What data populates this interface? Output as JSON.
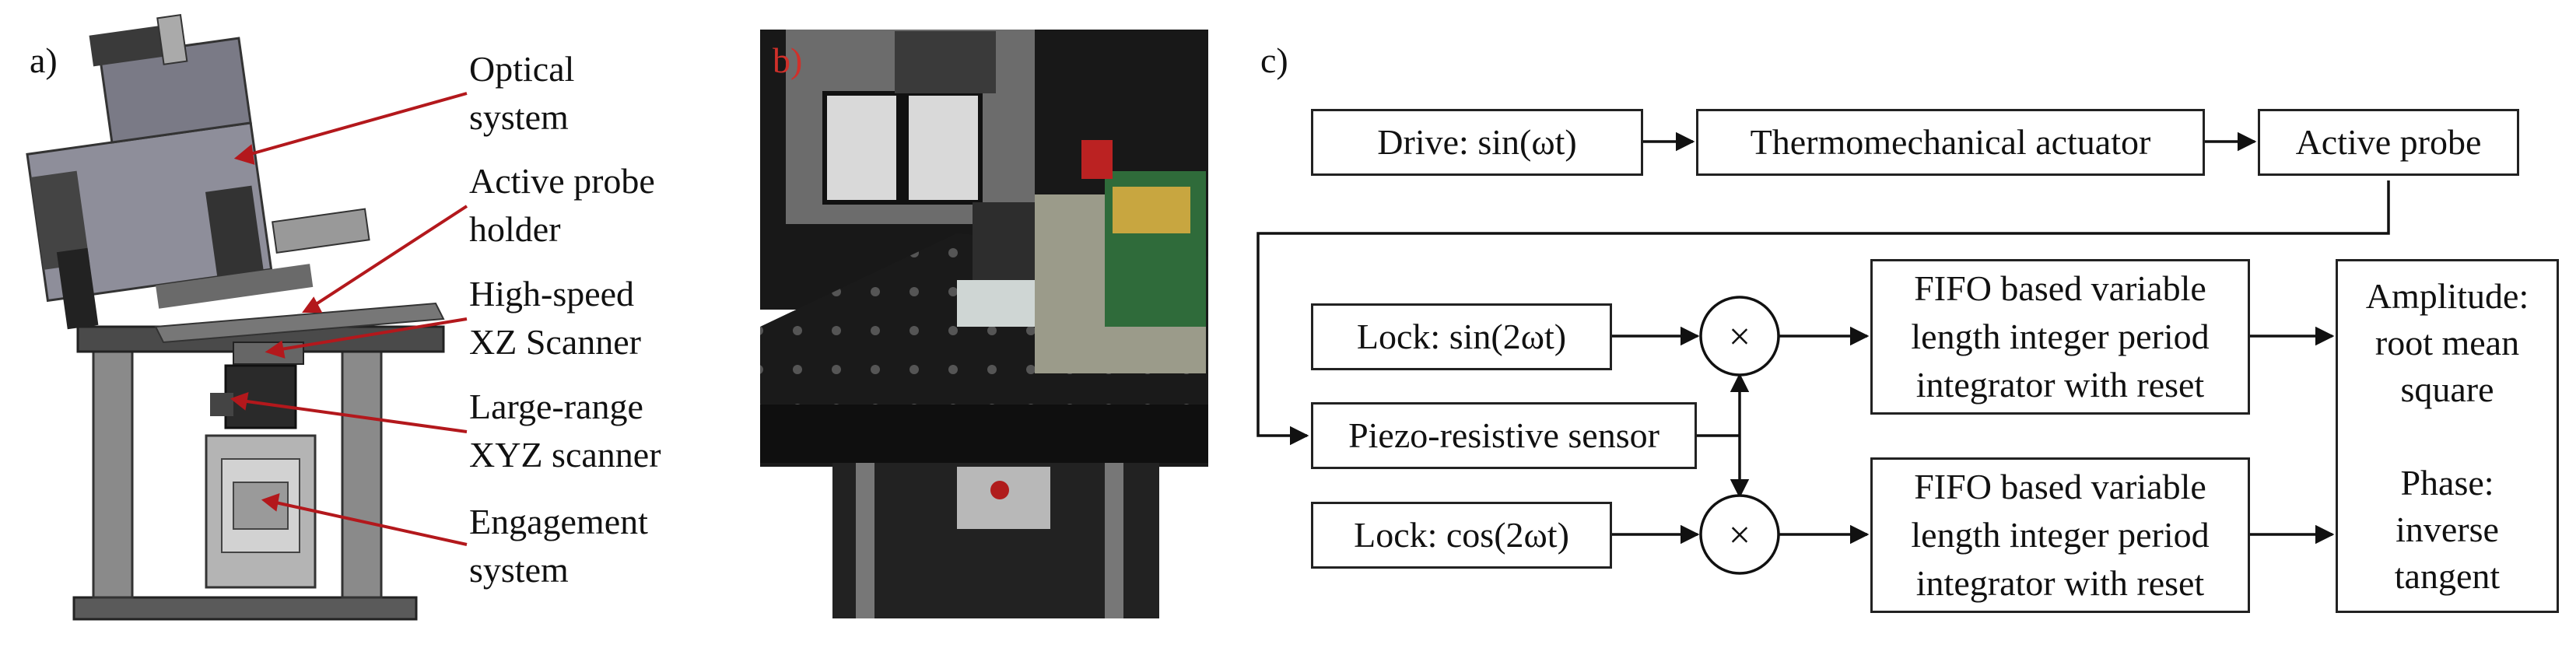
{
  "panel_a": {
    "label": "a)",
    "annotations": [
      {
        "id": "optical",
        "text": "Optical\nsystem"
      },
      {
        "id": "probe_holder",
        "text": "Active probe\nholder"
      },
      {
        "id": "hs_scanner",
        "text": "High-speed\nXZ Scanner"
      },
      {
        "id": "lr_scanner",
        "text": "Large-range\nXYZ scanner"
      },
      {
        "id": "engagement",
        "text": "Engagement\nsystem"
      }
    ],
    "arrow_color": "#b3181c"
  },
  "panel_b": {
    "label": "b)",
    "label_color": "#d0302a"
  },
  "panel_c": {
    "label": "c)",
    "blocks": {
      "drive": "Drive: sin(ωt)",
      "actuator": "Thermomechanical actuator",
      "probe": "Active probe",
      "lock_sin": "Lock: sin(2ωt)",
      "sensor": "Piezo-resistive sensor",
      "lock_cos": "Lock: cos(2ωt)",
      "mult_symbol": "×",
      "fifo_top": "FIFO based variable\nlength integer period\nintegrator with reset",
      "fifo_bottom": "FIFO based variable\nlength integer period\nintegrator with reset",
      "output": "Amplitude:\nroot mean\nsquare\n\nPhase:\ninverse\ntangent"
    }
  }
}
